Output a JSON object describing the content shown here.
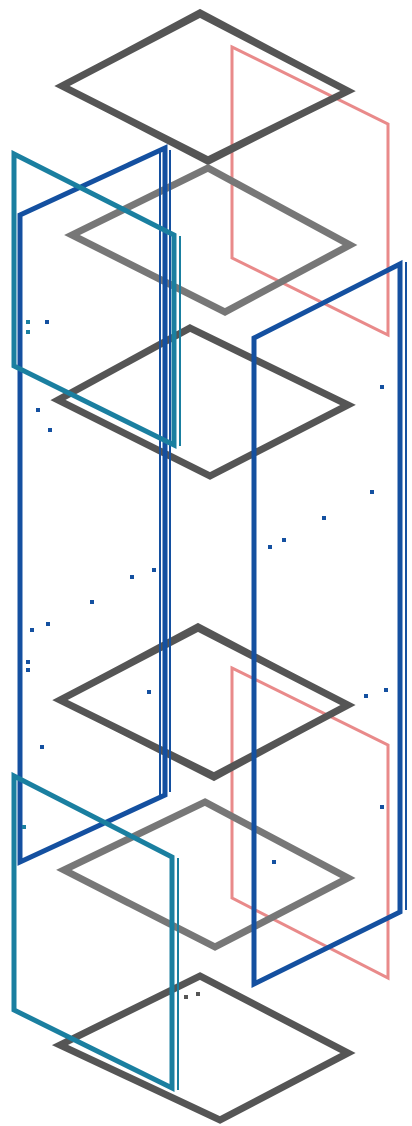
{
  "colors": {
    "background": "#ffffff",
    "dark_gray": "#555555",
    "medium_gray": "#777777",
    "navy_blue": "#1450a0",
    "teal_blue": "#1a7fa0",
    "salmon_pink": "#e98a8a"
  },
  "diagram": {
    "description_tokens": [],
    "horizontal_layers": [
      {
        "id": "layer-1",
        "color_key": "dark_gray"
      },
      {
        "id": "layer-2",
        "color_key": "medium_gray"
      },
      {
        "id": "layer-3",
        "color_key": "dark_gray"
      },
      {
        "id": "layer-4",
        "color_key": "dark_gray"
      },
      {
        "id": "layer-5",
        "color_key": "medium_gray"
      },
      {
        "id": "layer-6",
        "color_key": "dark_gray"
      }
    ],
    "vertical_frames": [
      {
        "id": "navy-left-frame",
        "color_key": "navy_blue"
      },
      {
        "id": "teal-top-frame",
        "color_key": "teal_blue"
      },
      {
        "id": "teal-bottom-frame",
        "color_key": "teal_blue"
      },
      {
        "id": "navy-right-frame",
        "color_key": "navy_blue"
      },
      {
        "id": "pink-top-frame",
        "color_key": "salmon_pink"
      },
      {
        "id": "pink-bottom-frame",
        "color_key": "salmon_pink"
      }
    ]
  }
}
